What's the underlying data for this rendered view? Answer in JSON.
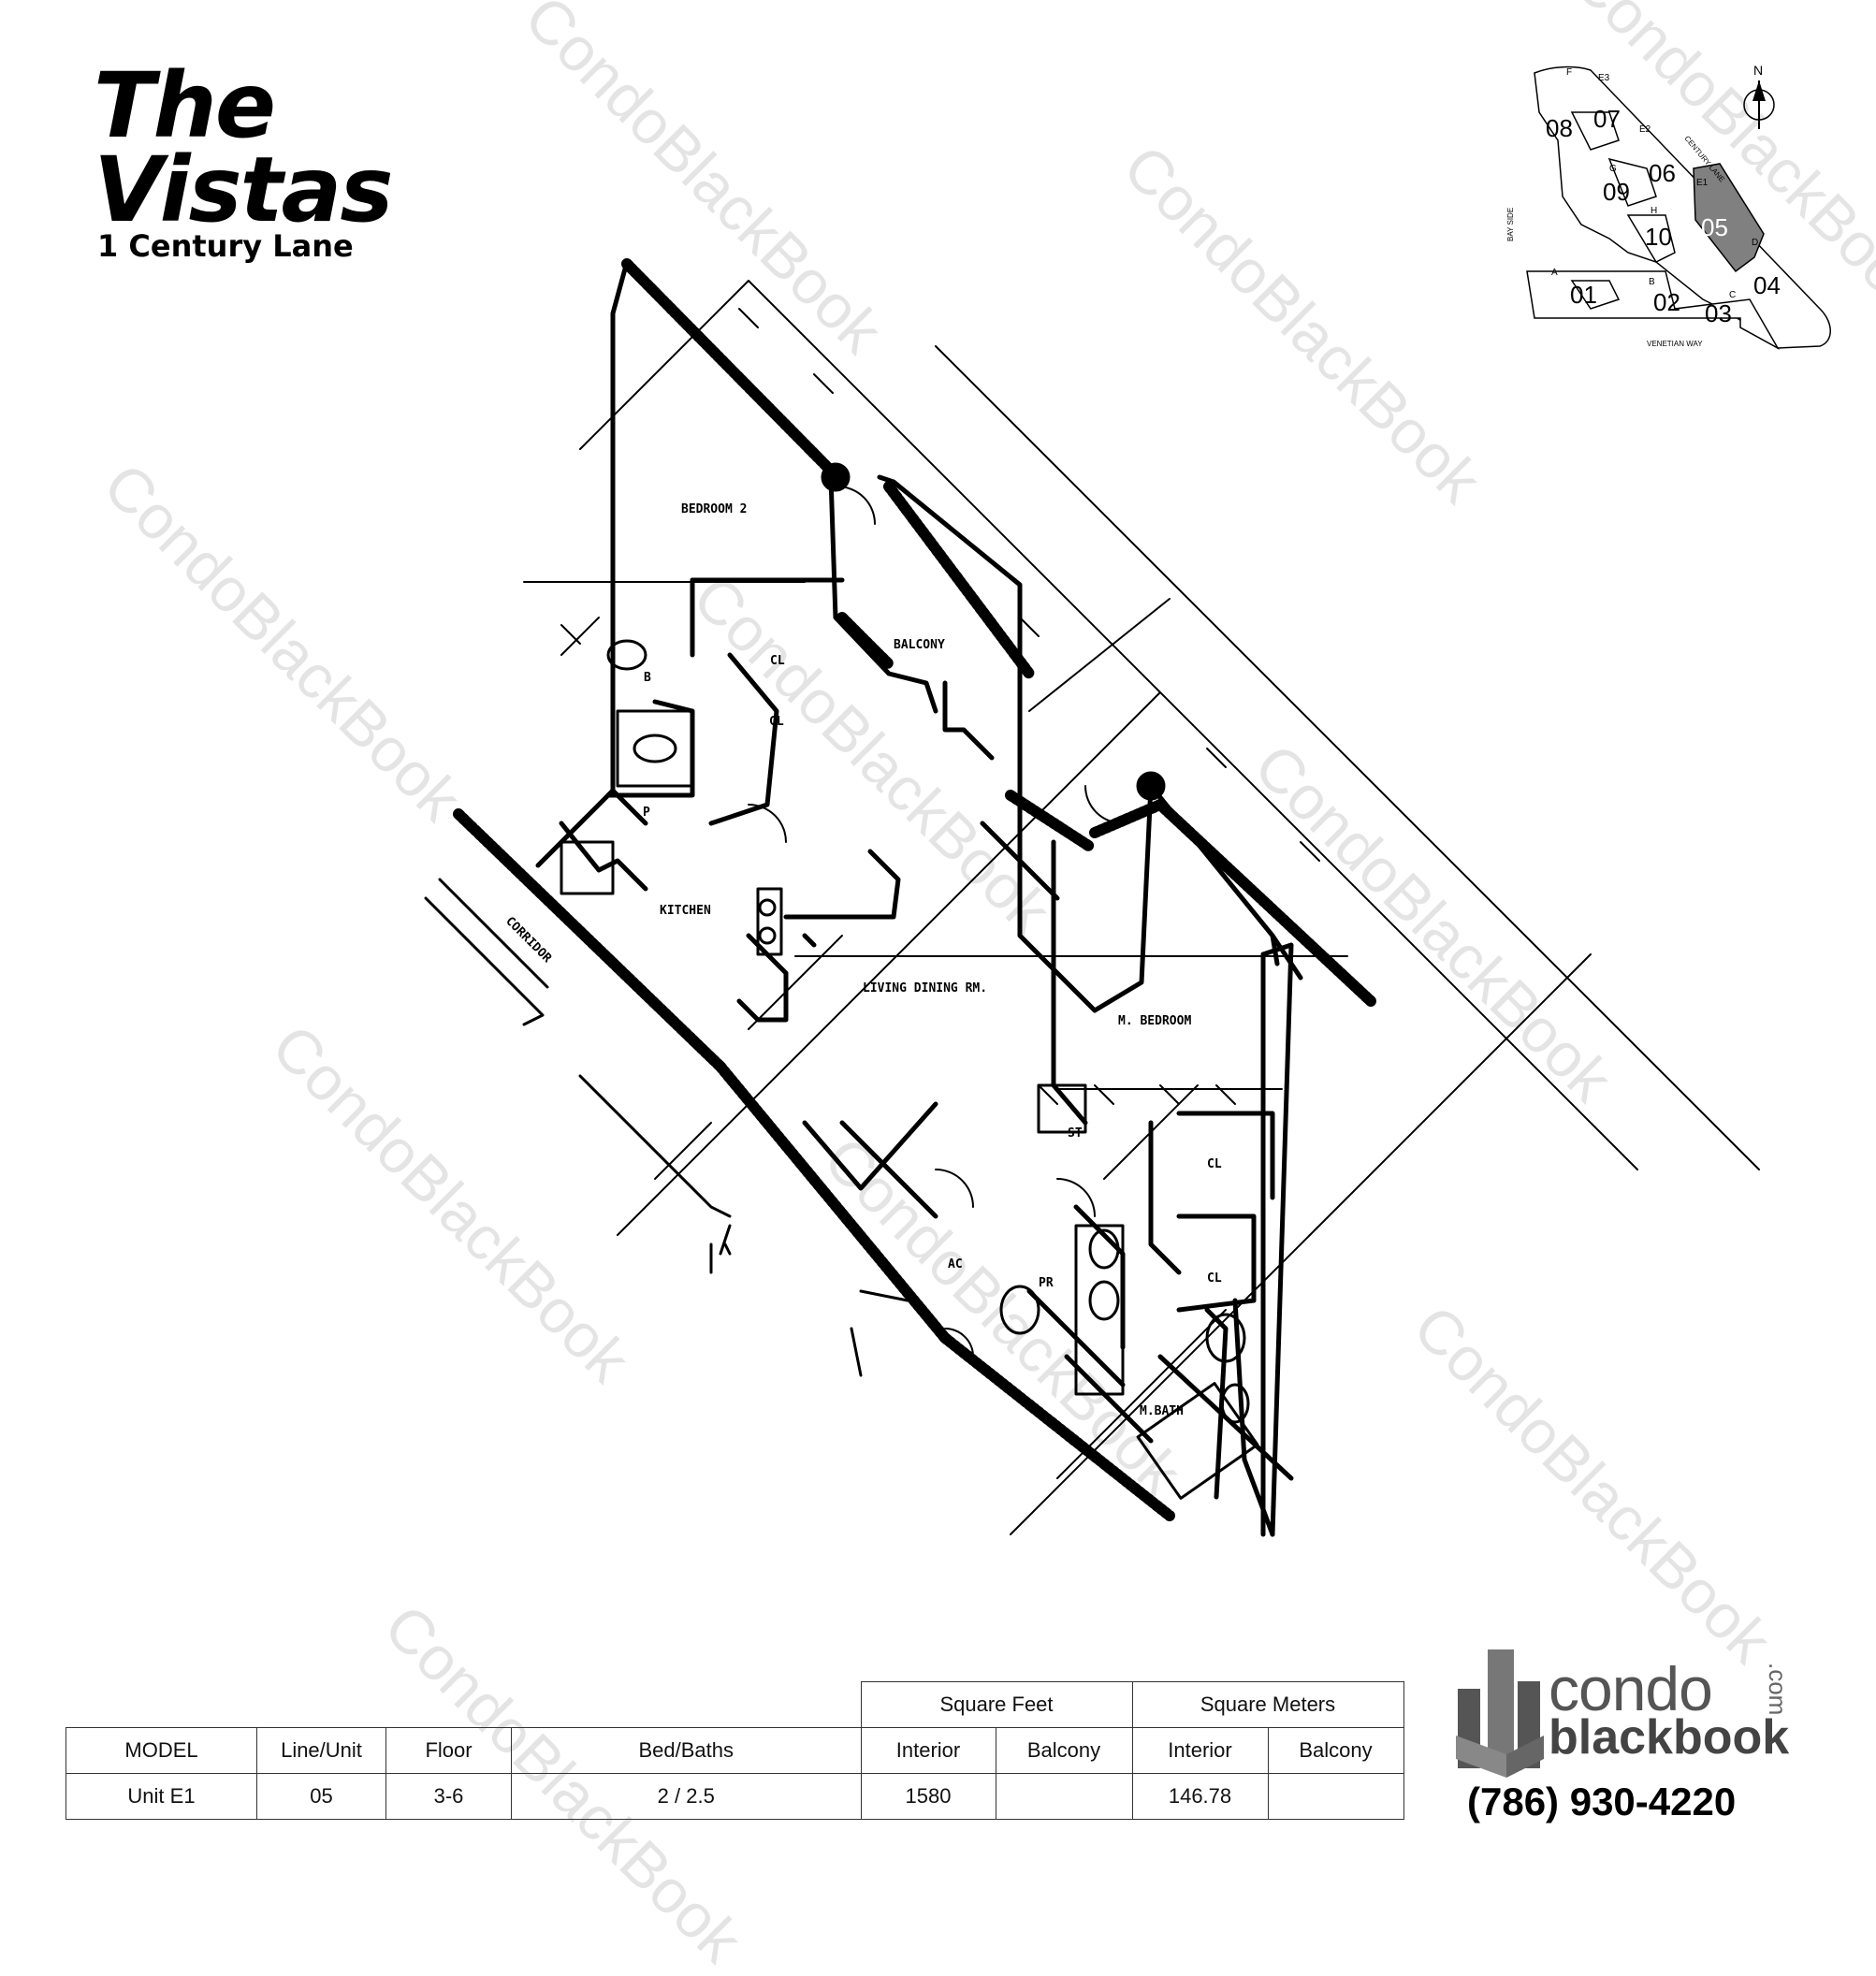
{
  "building": {
    "name_line1": "The",
    "name_line2": "Vistas",
    "address": "1 Century Lane"
  },
  "floorplan": {
    "rooms": {
      "bedroom2": "BEDROOM 2",
      "balcony": "BALCONY",
      "kitchen": "KITCHEN",
      "living": "LIVING DINING RM.",
      "mbedroom": "M. BEDROOM",
      "corridor": "CORRIDOR",
      "mbath": "M.BATH",
      "ac": "AC",
      "st": "ST",
      "pr": "PR",
      "cl": "CL",
      "b": "B",
      "p": "P"
    }
  },
  "keyplan": {
    "units": [
      "08",
      "07",
      "06",
      "09",
      "05",
      "10",
      "01",
      "02",
      "03",
      "04"
    ],
    "letters": [
      "F",
      "E3",
      "E2",
      "E1",
      "G",
      "H",
      "D",
      "A",
      "B",
      "C"
    ],
    "streets": {
      "century": "CENTURY LANE",
      "venetian": "VENETIAN WAY",
      "bay": "BAY SIDE"
    },
    "north": "N",
    "highlight_unit": "05",
    "highlight_color": "#808080"
  },
  "watermark": "CondoBlackBook",
  "table": {
    "group_sqft": "Square Feet",
    "group_sqm": "Square Meters",
    "headers": [
      "MODEL",
      "Line/Unit",
      "Floor",
      "Bed/Baths",
      "Interior",
      "Balcony",
      "Interior",
      "Balcony"
    ],
    "row": [
      "Unit E1",
      "05",
      "3-6",
      "2 / 2.5",
      "1580",
      "",
      "146.78",
      ""
    ]
  },
  "logo": {
    "part1": "condo",
    "part2": "blackbook",
    "tld": ".com"
  },
  "phone": "(786) 930-4220"
}
